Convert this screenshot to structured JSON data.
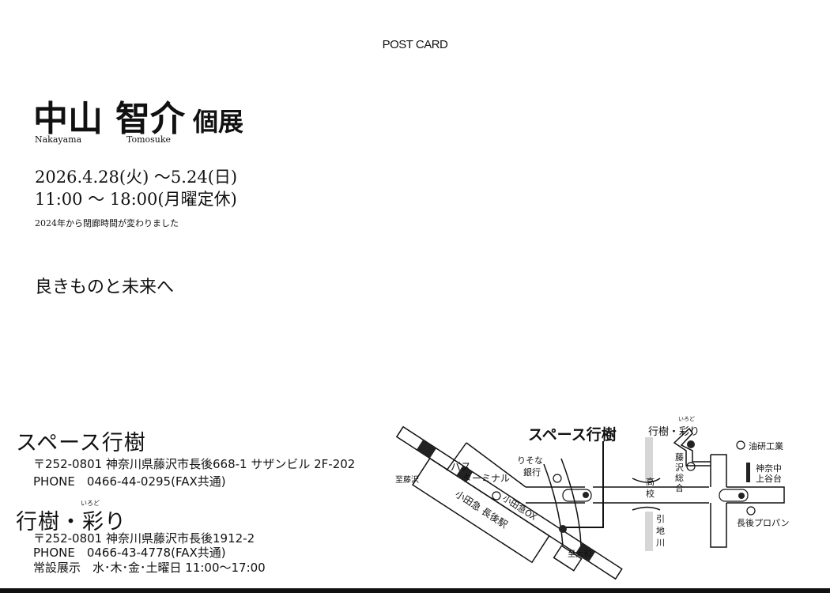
{
  "header": {
    "postcard_label": "POST CARD"
  },
  "title": {
    "surname": "中山",
    "given": "智介",
    "suffix": "個展",
    "surname_roman": "Nakayama",
    "given_roman": "Tomosuke"
  },
  "schedule": {
    "dates": "2026.4.28(火) ～5.24(日)",
    "hours": "11:00 ～ 18:00(月曜定休)",
    "note": "2024年から閉廊時間が変わりました"
  },
  "tagline": "良きものと未来へ",
  "venues": [
    {
      "name": "スペース行樹",
      "address": "〒252-0801 神奈川県藤沢市長後668-1 サザンビル 2F-202",
      "phone": "PHONE　0466-44-0295(FAX共通)"
    },
    {
      "name": "行樹・彩り",
      "ruby": "いろど",
      "address": "〒252-0801 神奈川県藤沢市長後1912-2",
      "phone": "PHONE　0466-43-4778(FAX共通)",
      "hours": "常設展示　水･木･金･土曜日 11:00～17:00"
    }
  ],
  "map": {
    "space_label": "スペース行樹",
    "irodori_label": "行樹・彩り",
    "irodori_ruby": "いろど",
    "landmarks": {
      "yuken": "油研工業",
      "resona_1": "りそな",
      "resona_2": "銀行",
      "school": [
        "藤",
        "沢",
        "総",
        "合",
        "高",
        "校"
      ],
      "bus_1": "バス",
      "bus_2": "ターミナル",
      "kanachu_1": "神奈中",
      "kanachu_2": "上谷台",
      "to_fujisawa": "至藤沢",
      "to_yamato": "至大和",
      "station": "小田急 長後駅",
      "odakyu_ox": "小田急OX",
      "river": [
        "引",
        "地",
        "川"
      ],
      "propane": "長後プロパン"
    }
  }
}
